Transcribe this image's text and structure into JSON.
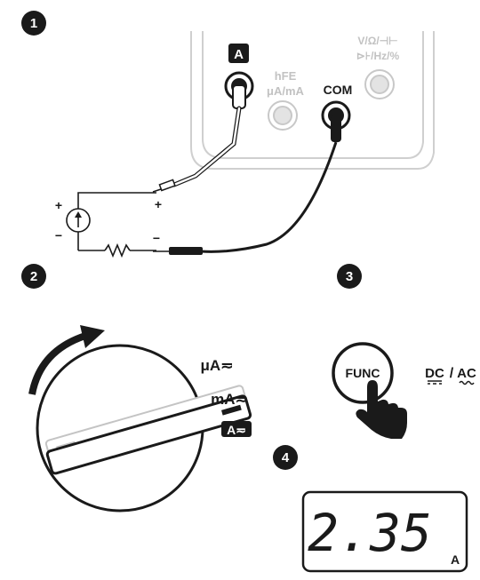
{
  "steps": [
    "1",
    "2",
    "3",
    "4"
  ],
  "meter": {
    "jack_a_label": "A",
    "jack_hfe_label_line1": "hFE",
    "jack_hfe_label_line2": "μA/mA",
    "jack_com_label": "COM",
    "jack_v_label_line1": "V/Ω/⊣⊢",
    "jack_v_label_line2": "⊳⊦/Hz/%"
  },
  "circuit": {
    "source_plus": "+",
    "source_minus": "−",
    "probe_plus": "+",
    "probe_minus": "−"
  },
  "dial": {
    "range_ua": "μA≂",
    "range_ma": "mA≂",
    "range_a_badge": "A≂"
  },
  "func": {
    "button_label": "FUNC",
    "dc_label": "DC",
    "separator": "/",
    "ac_label": "AC"
  },
  "display": {
    "reading": "2.35",
    "unit": "A"
  },
  "colors": {
    "ink": "#111111",
    "meter_gray": "#c8c8c8",
    "lead_tip": "#bdbdbd",
    "accent_black": "#1a1a1a"
  }
}
